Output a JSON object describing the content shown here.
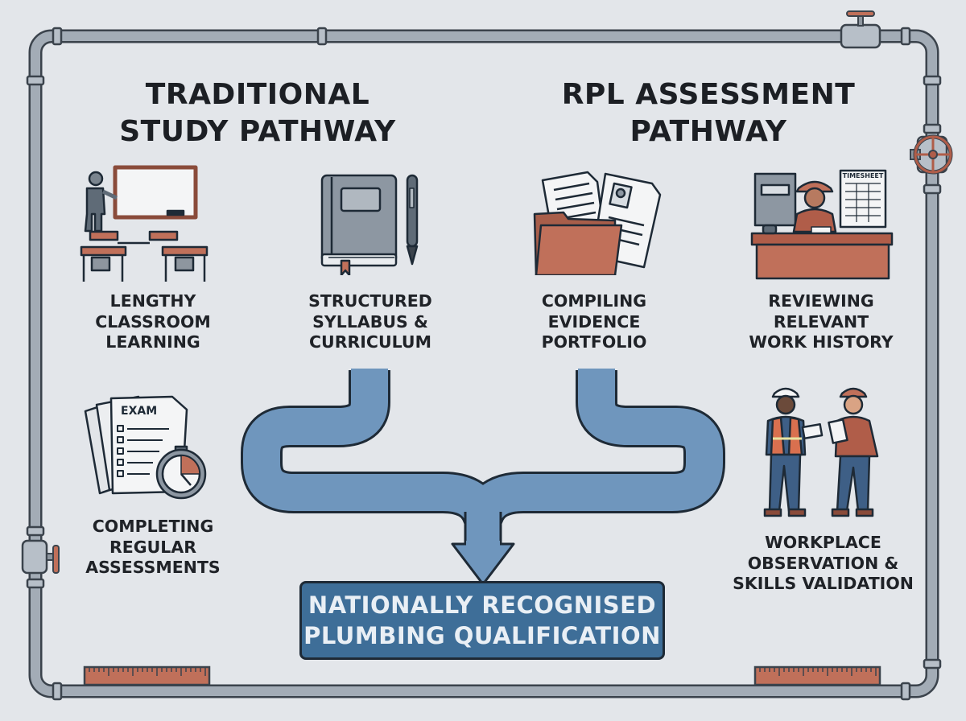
{
  "headings": {
    "traditional": [
      "TRADITIONAL",
      "STUDY PATHWAY"
    ],
    "rpl": [
      "RPL ASSESSMENT",
      "PATHWAY"
    ]
  },
  "traditional_steps": [
    {
      "icon": "classroom-icon",
      "lines": [
        "LENGTHY",
        "CLASSROOM",
        "LEARNING"
      ]
    },
    {
      "icon": "textbook-pen-icon",
      "lines": [
        "STRUCTURED",
        "SYLLABUS &",
        "CURRICULUM"
      ]
    },
    {
      "icon": "exam-stopwatch-icon",
      "lines": [
        "COMPLETING",
        "REGULAR",
        "ASSESSMENTS"
      ]
    }
  ],
  "rpl_steps": [
    {
      "icon": "evidence-folder-icon",
      "lines": [
        "COMPILING",
        "EVIDENCE",
        "PORTFOLIO"
      ]
    },
    {
      "icon": "worker-desk-timesheet-icon",
      "lines": [
        "REVIEWING",
        "RELEVANT",
        "WORK HISTORY"
      ]
    },
    {
      "icon": "workers-observation-icon",
      "lines": [
        "WORKPLACE",
        "OBSERVATION &",
        "SKILLS VALIDATION"
      ]
    }
  ],
  "icon_labels": {
    "exam": "EXAM",
    "timesheet": "TIMESHEET"
  },
  "result": [
    "NATIONALLY RECOGNISED",
    "PLUMBING QUALIFICATION"
  ],
  "colors": {
    "background": "#e3e6ea",
    "pipe_frame": "#9aa3ad",
    "flow_pipe": "#6f96bd",
    "result_box": "#3e6e98",
    "accent_terracotta": "#c0705a",
    "outline": "#1e2a36"
  }
}
